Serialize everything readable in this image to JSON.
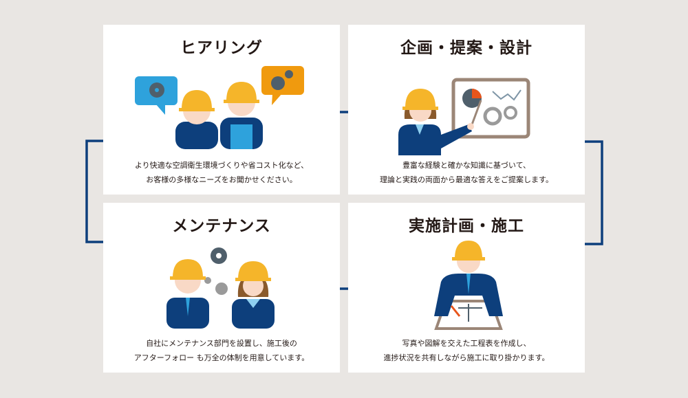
{
  "steps": [
    {
      "title": "ヒアリング",
      "lines": [
        "より快適な空調衛生環境づくりや省コスト化など、",
        "お客様の多様なニーズをお聞かせください。"
      ]
    },
    {
      "title": "企画・提案・設計",
      "lines": [
        "豊富な経験と確かな知識に基づいて、",
        "理論と実践の両面から最適な答えをご提案します。"
      ]
    },
    {
      "title": "実施計画・施工",
      "lines": [
        "写真や図解を交えた工程表を作成し、",
        "進捗状況を共有しながら施工に取り掛かります。"
      ]
    },
    {
      "title": "メンテナンス",
      "lines": [
        "自社にメンテナンス部門を設置し、施工後の",
        "アフターフォロー も万全の体制を用意しています。"
      ]
    }
  ],
  "colors": {
    "navy": "#0d3f7c",
    "helmet": "#f5b52a",
    "skin": "#f9d9c6",
    "blue": "#2ea2dc",
    "orange": "#f09a0e",
    "gear": "#4f5f6b",
    "bg": "#e9e6e3"
  }
}
